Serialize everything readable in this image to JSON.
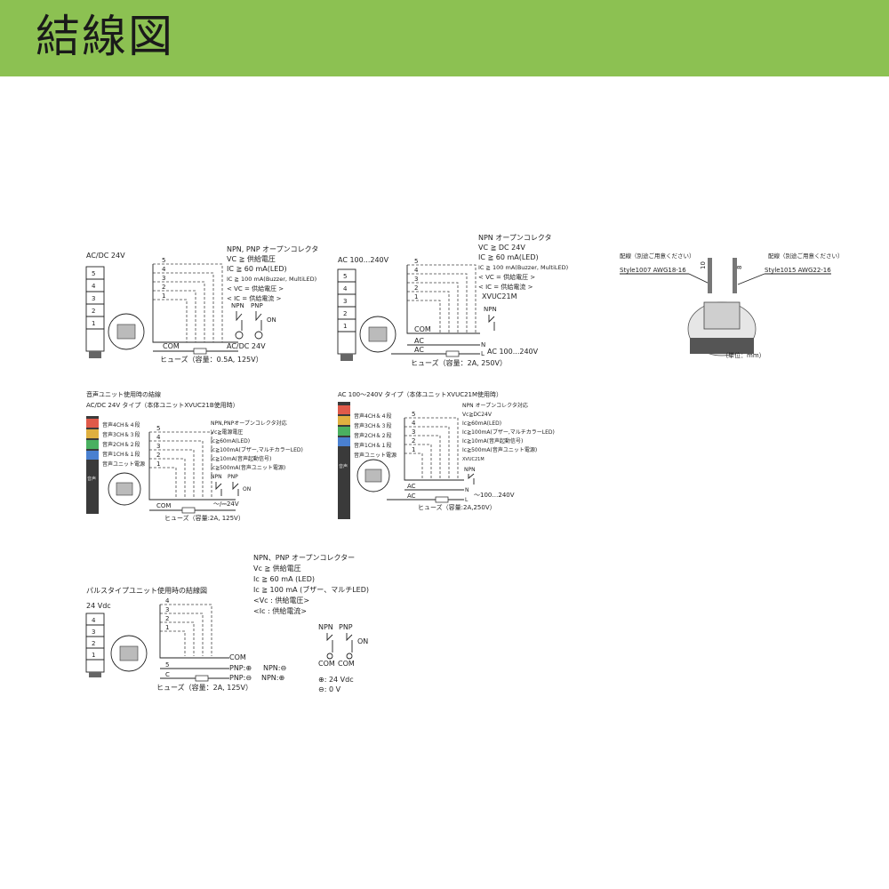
{
  "header": {
    "title": "結線図"
  },
  "d1": {
    "supply": "AC/DC 24V",
    "notes": [
      "NPN, PNP オープンコレクタ",
      "VC ≧ 供給電圧",
      "IC ≧ 60 mA(LED)",
      "IC ≧ 100 mA(Buzzer, MultiLED)",
      "< VC = 供給電圧 >",
      "< IC = 供給電流 >"
    ],
    "wires": [
      "5",
      "4",
      "3",
      "2",
      "1"
    ],
    "tiers": [
      "5",
      "4",
      "3",
      "2",
      "1"
    ],
    "npn": "NPN",
    "pnp": "PNP",
    "on": "ON",
    "com": "COM",
    "supply_label": "AC/DC 24V",
    "fuse": "ヒューズ（容量：0.5A, 125V）"
  },
  "d2": {
    "supply": "AC 100...240V",
    "notes": [
      "NPN オープンコレクタ",
      "VC ≧ DC 24V",
      "IC ≧ 60 mA(LED)",
      "IC ≧ 100 mA(Buzzer, MultiLED)",
      "< VC = 供給電圧 >",
      "< IC = 供給電流 >"
    ],
    "unit": "XVUC21M",
    "wires": [
      "5",
      "4",
      "3",
      "2",
      "1"
    ],
    "tiers": [
      "5",
      "4",
      "3",
      "2",
      "1"
    ],
    "npn": "NPN",
    "com": "COM",
    "ac": "AC",
    "n": "N",
    "l": "L",
    "supply_label": "AC 100...240V",
    "fuse": "ヒューズ（容量：2A, 250V）"
  },
  "d3": {
    "wire_left": "配線（別途ご用意ください）",
    "wire_left_spec": "Style1007 AWG18-16",
    "wire_right": "配線（別途ご用意ください）",
    "wire_right_spec": "Style1015 AWG22-16",
    "dim_left": "10",
    "dim_right": "8",
    "unit": "（単位：mm）"
  },
  "d4": {
    "title": "音声ユニット使用時の結線",
    "supply": "AC/DC 24V タイプ（本体ユニットXVUC21B使用時）",
    "notes": [
      "NPN,PNPオープンコレクタ対応",
      "Vc≧電源電圧",
      "Ic≧60mA(LED)",
      "Ic≧100mA(ブザー,マルチカラーLED)",
      "Ic≧10mA(音声起動信号)",
      "Ic≧500mA(音声ユニット電源)"
    ],
    "channels": [
      "音声4CH＆４段",
      "音声3CH＆３段",
      "音声2CH＆２段",
      "音声1CH＆１段",
      "音声ユニット電源"
    ],
    "wires": [
      "5",
      "4",
      "3",
      "2",
      "1"
    ],
    "npn": "NPN",
    "pnp": "PNP",
    "on": "ON",
    "com": "COM",
    "supply_label": "〜/⎓24V",
    "fuse": "ヒューズ（容量:2A, 125V）",
    "tower_label": "音声"
  },
  "d5": {
    "title": "AC 100～240V タイプ（本体ユニットXVUC21M使用時）",
    "notes": [
      "NPN オープンコレクタ対応",
      "Vc≧DC24V",
      "Ic≧60mA(LED)",
      "Ic≧100mA(ブザー,マルチカラーLED)",
      "Ic≧10mA(音声起動信号)",
      "Ic≧500mA(音声ユニット電源)"
    ],
    "unit": "XVUC21M",
    "channels": [
      "音声4CH＆４段",
      "音声3CH＆３段",
      "音声2CH＆２段",
      "音声1CH＆１段",
      "音声ユニット電源"
    ],
    "wires": [
      "5",
      "4",
      "3",
      "2",
      "1"
    ],
    "npn": "NPN",
    "ac": "AC",
    "n": "N",
    "l": "L",
    "supply_label": "〜100…240V",
    "fuse": "ヒューズ（容量:2A,250V）",
    "tower_label": "音声"
  },
  "d6": {
    "title": "パルスタイプユニット使用時の結線図",
    "supply": "24 Vdc",
    "notes": [
      "NPN、PNP オープンコレクター",
      "Vc ≧ 供給電圧",
      "Ic ≧ 60 mA (LED)",
      "Ic ≧ 100 mA (ブザー、マルチLED)",
      "<Vc : 供給電圧>",
      "<Ic : 供給電流>"
    ],
    "wires": [
      "4",
      "3",
      "2",
      "1"
    ],
    "tiers": [
      "4",
      "3",
      "2",
      "1"
    ],
    "com": "COM",
    "w5": "5",
    "wc": "C",
    "pnp_plus": "PNP:⊕",
    "npn_minus": "NPN:⊖",
    "pnp_minus": "PNP:⊖",
    "npn_plus": "NPN:⊕",
    "fuse": "ヒューズ（容量：2A, 125V）",
    "npn": "NPN",
    "pnp": "PNP",
    "on": "ON",
    "com_a": "COM",
    "com_b": "COM",
    "legend_plus": "⊕: 24 Vdc",
    "legend_minus": "⊖: 0 V"
  }
}
